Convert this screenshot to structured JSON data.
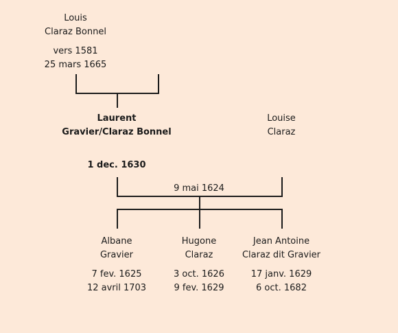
{
  "ancestor": {
    "given_name": "Louis",
    "surname": "Claraz Bonnel",
    "birth": "vers 1581",
    "death": "25 mars 1665"
  },
  "father": {
    "given_name": "Laurent",
    "surname": "Gravier/Claraz Bonnel",
    "birth": "",
    "death": "1 dec. 1630"
  },
  "mother": {
    "given_name": "Louise",
    "surname": "Claraz"
  },
  "marriage_date": "9 mai 1624",
  "children": [
    {
      "given_name": "Albane",
      "surname": "Gravier",
      "birth": "7 fev. 1625",
      "death": "12 avril 1703"
    },
    {
      "given_name": "Hugone",
      "surname": "Claraz",
      "birth": "3 oct. 1626",
      "death": "9 fev. 1629"
    },
    {
      "given_name": "Jean Antoine",
      "surname": "Claraz dit Gravier",
      "birth": "17 janv. 1629",
      "death": "6 oct. 1682"
    }
  ]
}
